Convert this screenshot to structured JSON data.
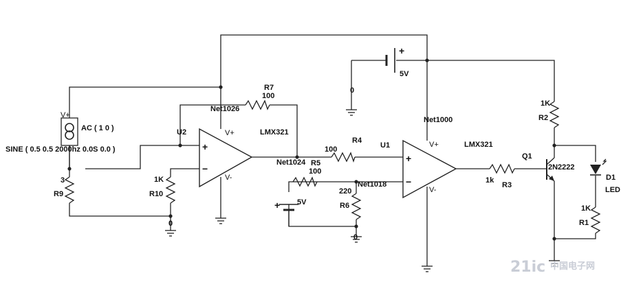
{
  "source": {
    "label": "AC ( 1 0 )",
    "spec": "SINE ( 0.5 0.5 2000hz 0.0S 0.0 )",
    "pin_vplus": "V+"
  },
  "opamp_u2": {
    "ref": "U2",
    "model": "LMX321",
    "plus": "+",
    "minus": "−",
    "vplus": "V+",
    "vminus": "V-"
  },
  "opamp_u1": {
    "ref": "U1",
    "model": "LMX321",
    "plus": "+",
    "minus": "−",
    "vplus": "V+",
    "vminus": "V-"
  },
  "resistors": {
    "r9": {
      "ref": "R9",
      "value": "3"
    },
    "r10": {
      "ref": "R10",
      "value": "1K"
    },
    "r7": {
      "ref": "R7",
      "value": "100"
    },
    "r4": {
      "ref": "R4",
      "value": "100"
    },
    "r5": {
      "ref": "R5",
      "value": "100"
    },
    "r6": {
      "ref": "R6",
      "value": "220"
    },
    "r3": {
      "ref": "R3",
      "value": "1k"
    },
    "r2": {
      "ref": "R2",
      "value": "1K"
    },
    "r1": {
      "ref": "R1",
      "value": "1K"
    }
  },
  "batteries": {
    "top": {
      "value": "5V",
      "plus": "+"
    },
    "left": {
      "value": "5V",
      "plus": "+"
    }
  },
  "transistor": {
    "ref": "Q1",
    "model": "2N2222"
  },
  "led": {
    "ref": "D1",
    "label": "LED"
  },
  "nets": {
    "net1026": "Net1026",
    "net1024": "Net1024",
    "net1018": "Net1018",
    "net1000": "Net1000"
  },
  "grounds": {
    "g1": "0",
    "g2": "0",
    "g3": "0"
  },
  "watermark": {
    "brand": "21ic",
    "site": "中国电子网"
  }
}
